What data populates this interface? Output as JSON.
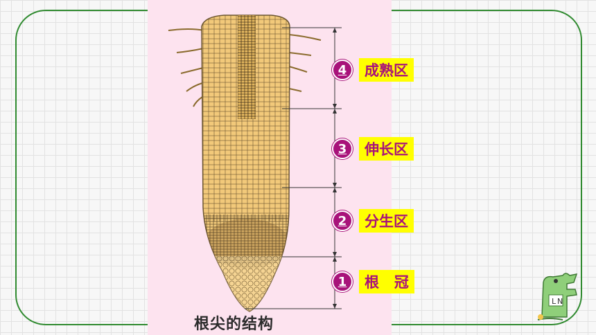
{
  "caption": "根尖的结构",
  "zones": [
    {
      "number": "4",
      "label": "成熟区"
    },
    {
      "number": "3",
      "label": "伸长区"
    },
    {
      "number": "2",
      "label": "分生区"
    },
    {
      "number": "1",
      "label": "根   冠"
    }
  ],
  "colors": {
    "frame": "#2f8a2f",
    "panel_bg": "#fde3ef",
    "root_fill": "#f2c97a",
    "zone_number_bg": "#a8127a",
    "label_bg": "#ffff00",
    "label_text": "#a8127a"
  },
  "icons": [
    "root-tip-illustration",
    "crocodile-mascot-icon"
  ]
}
